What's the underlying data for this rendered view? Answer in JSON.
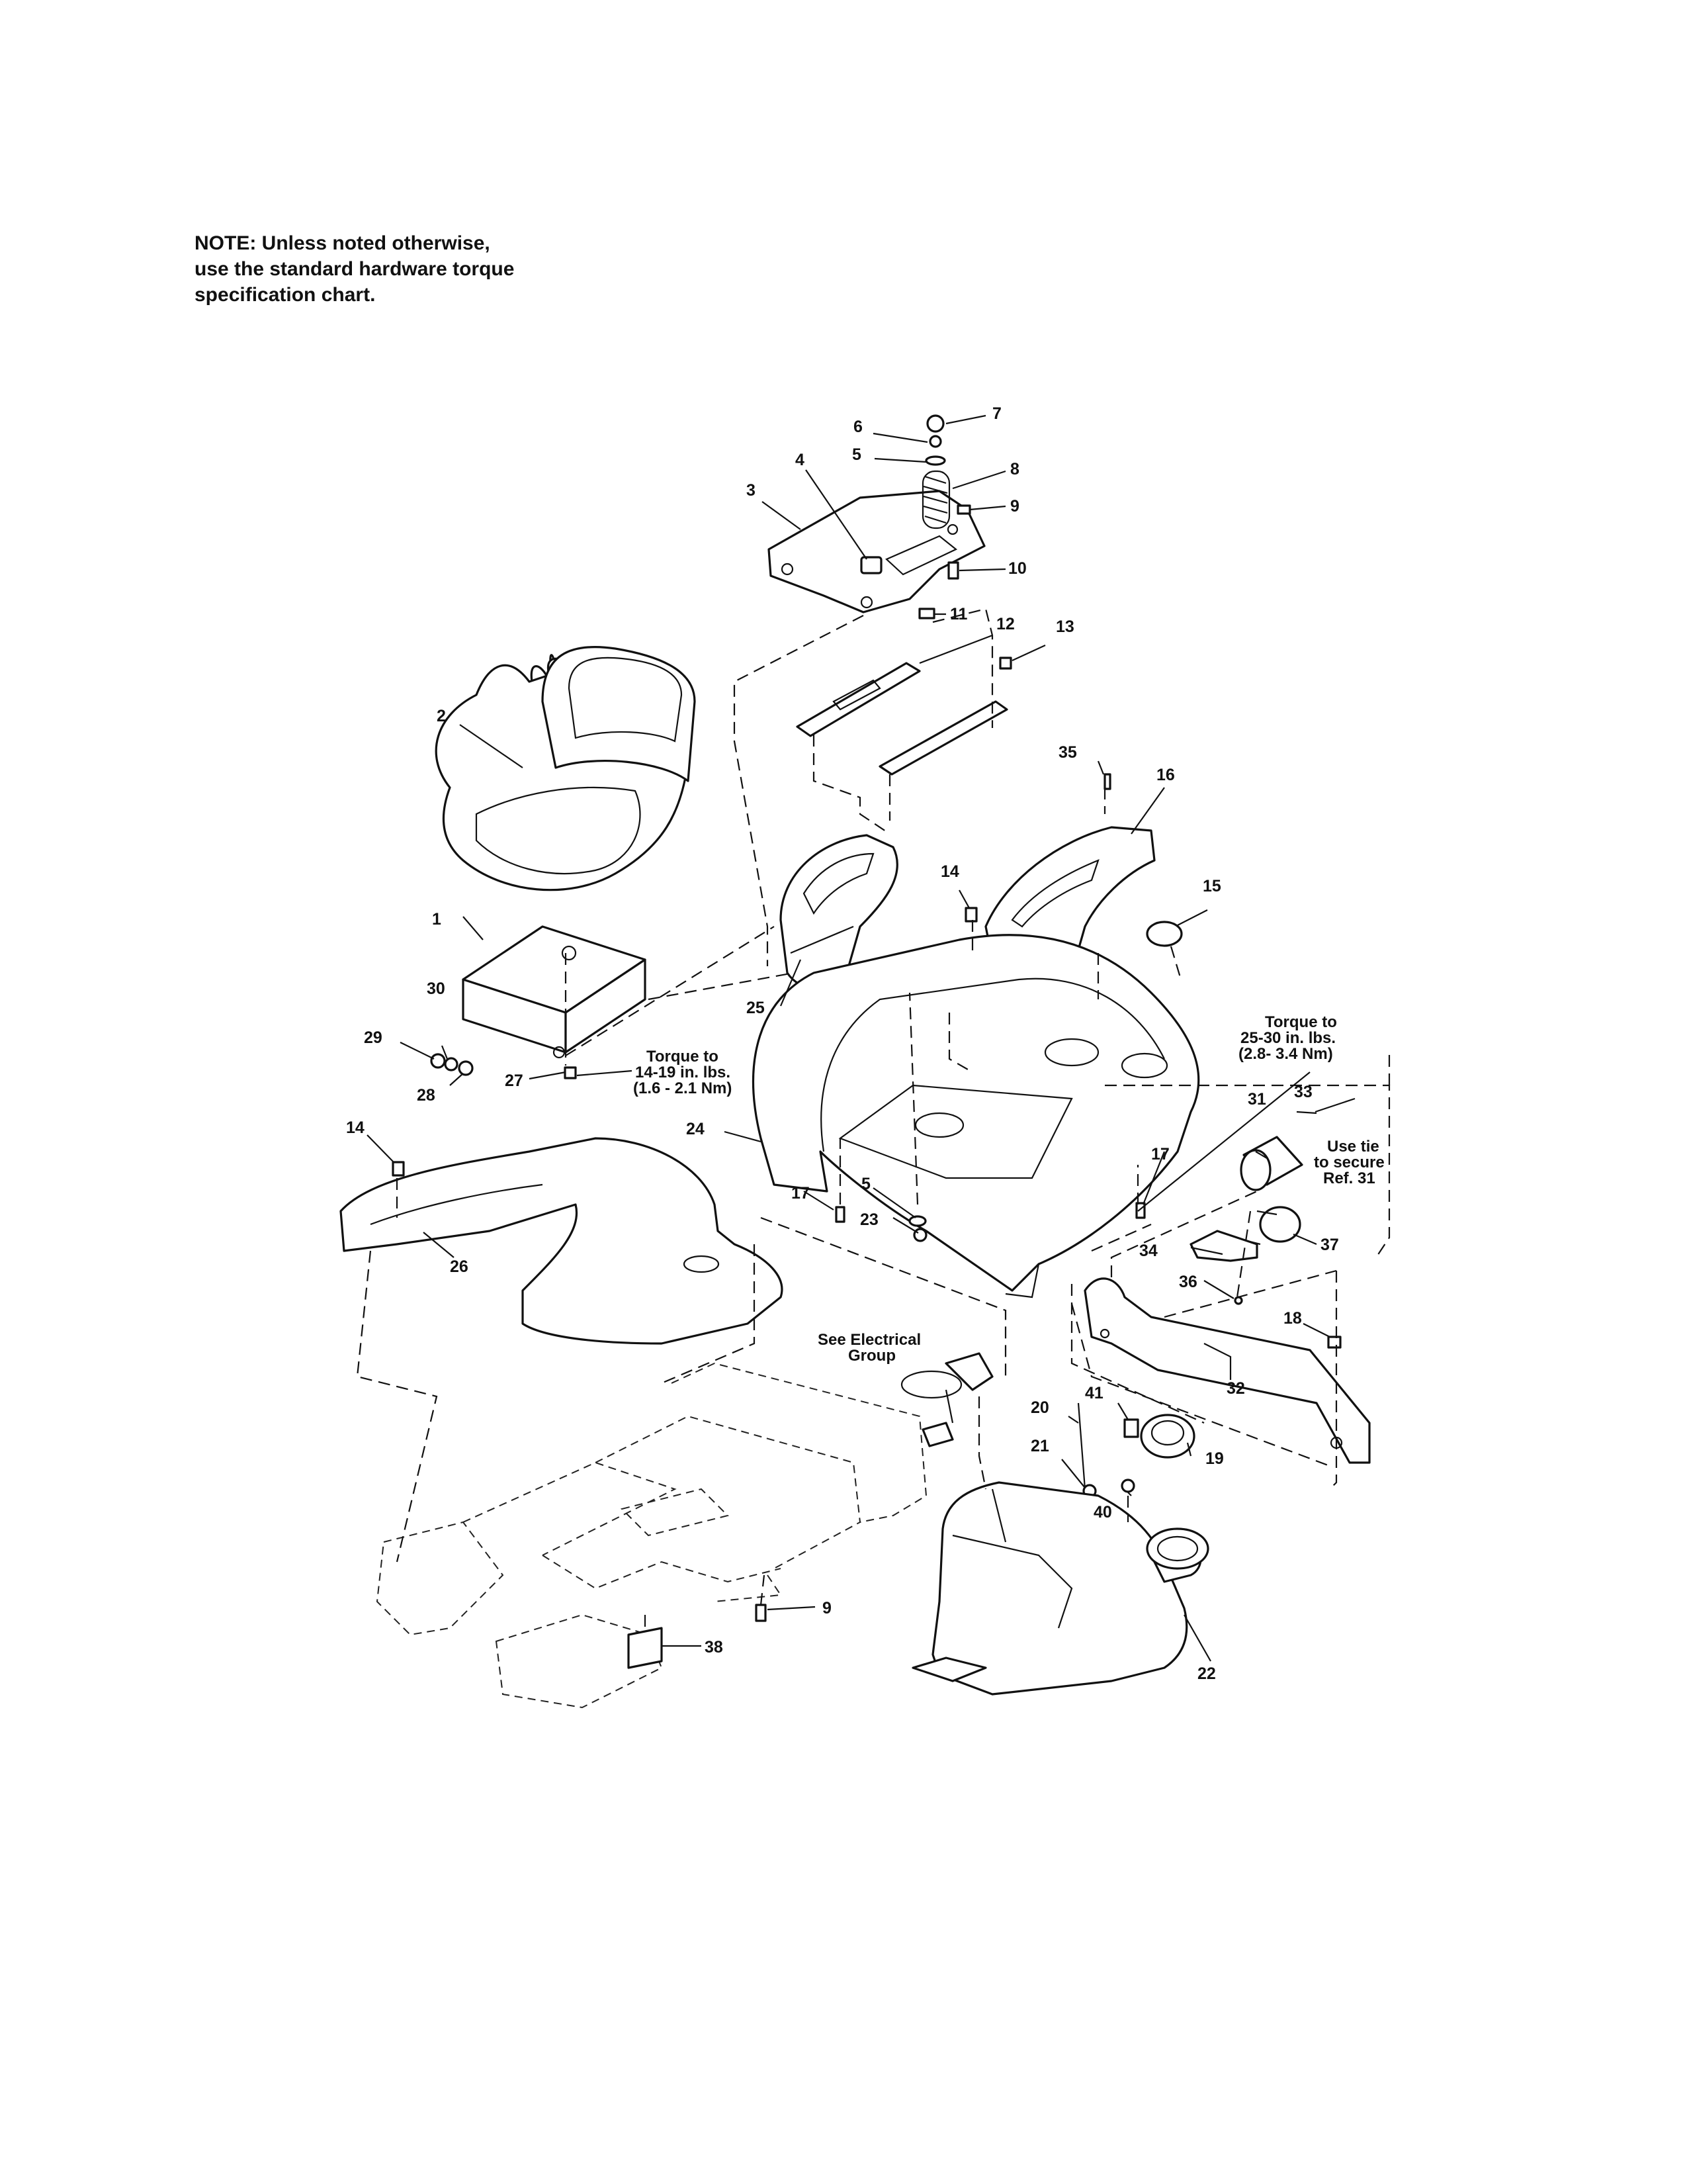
{
  "note": {
    "lines": [
      "NOTE: Unless noted otherwise,",
      "use the standard hardware torque",
      "specification chart."
    ]
  },
  "annotations": {
    "torque_seat": [
      "Torque to",
      "14-19 in. lbs.",
      "(1.6 - 2.1 Nm)"
    ],
    "torque_fender": [
      "Torque to",
      "25-30 in. lbs.",
      "(2.8- 3.4 Nm)"
    ],
    "electrical": [
      "See Electrical",
      "Group"
    ],
    "use_tie": [
      "Use tie",
      "to secure",
      "Ref. 31"
    ]
  },
  "callouts": {
    "c1": "1",
    "c2": "2",
    "c3": "3",
    "c4": "4",
    "c5a": "5",
    "c5b": "5",
    "c6": "6",
    "c7": "7",
    "c8": "8",
    "c9a": "9",
    "c9b": "9",
    "c10": "10",
    "c11": "11",
    "c12": "12",
    "c13": "13",
    "c14a": "14",
    "c14b": "14",
    "c15": "15",
    "c16": "16",
    "c17a": "17",
    "c17b": "17",
    "c18": "18",
    "c19": "19",
    "c20": "20",
    "c21": "21",
    "c22": "22",
    "c23": "23",
    "c24": "24",
    "c25": "25",
    "c26": "26",
    "c27": "27",
    "c28": "28",
    "c29": "29",
    "c30": "30",
    "c31": "31",
    "c32": "32",
    "c33": "33",
    "c34": "34",
    "c35": "35",
    "c36": "36",
    "c37": "37",
    "c38": "38",
    "c40": "40",
    "c41": "41"
  }
}
